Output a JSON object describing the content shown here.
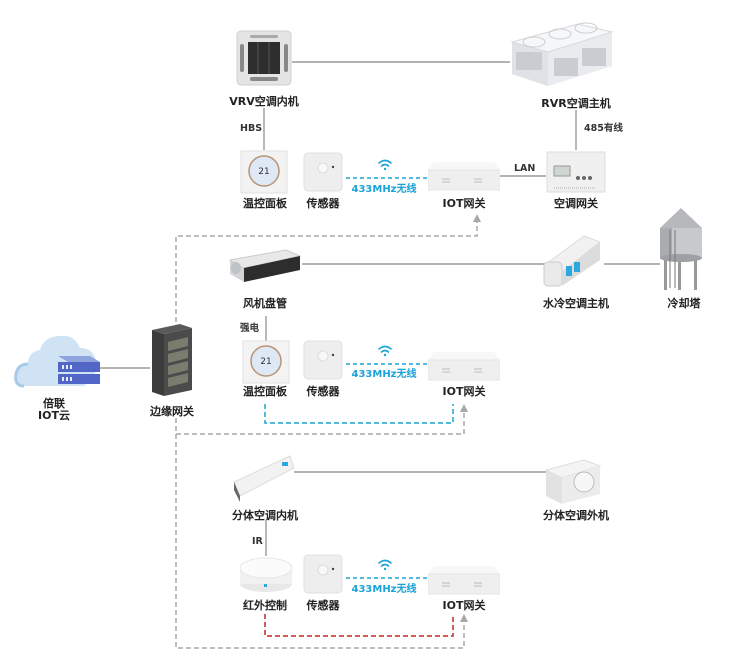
{
  "diagram": {
    "colors": {
      "solid_line": "#9a9a9a",
      "gray_dashed": "#a8a8a8",
      "wireless": "#1aa3d8",
      "ir_loop": "#cc2222"
    },
    "cloud": {
      "label_line1": "倍联",
      "label_line2": "IOT云"
    },
    "edge_gateway": {
      "label": "边缘网关"
    },
    "group1": {
      "indoor": "VRV空调内机",
      "outdoor": "RVR空调主机",
      "link_indoor": "HBS",
      "link_outdoor": "485有线",
      "lan": "LAN",
      "thermostat": "温控面板",
      "sensor": "传感器",
      "wireless": "433MHz无线",
      "iot_gateway": "IOT网关",
      "ac_gateway": "空调网关"
    },
    "group2": {
      "indoor": "风机盘管",
      "chiller": "水冷空调主机",
      "tower": "冷却塔",
      "link_indoor": "强电",
      "thermostat": "温控面板",
      "sensor": "传感器",
      "wireless": "433MHz无线",
      "iot_gateway": "IOT网关"
    },
    "group3": {
      "indoor": "分体空调内机",
      "outdoor": "分体空调外机",
      "link_indoor": "IR",
      "ir_controller": "红外控制",
      "sensor": "传感器",
      "wireless": "433MHz无线",
      "iot_gateway": "IOT网关"
    }
  }
}
